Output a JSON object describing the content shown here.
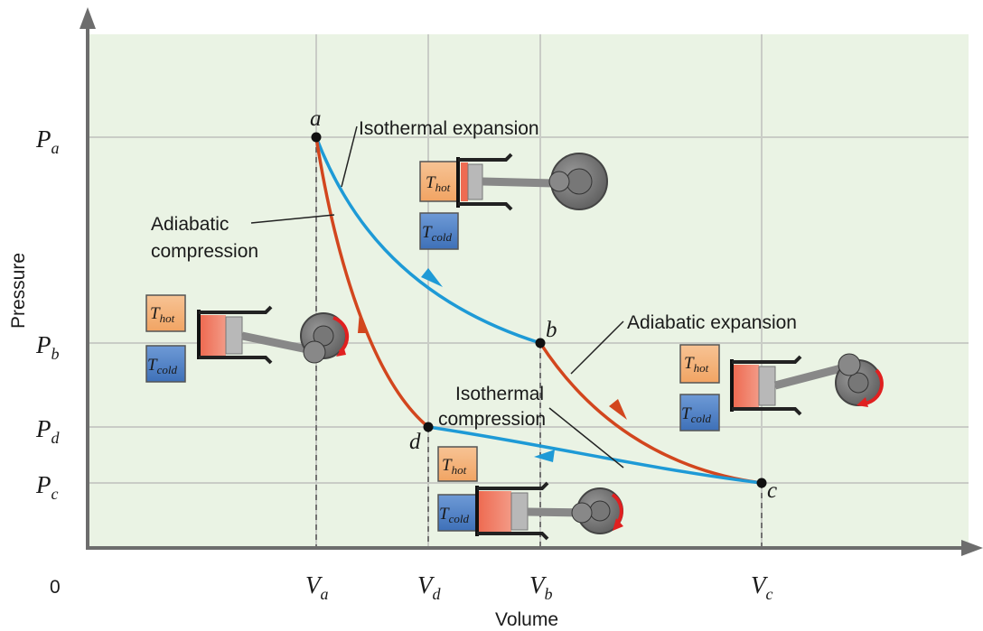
{
  "axes": {
    "y_title": "Pressure",
    "x_title": "Volume",
    "origin": "0",
    "y_ticks": [
      {
        "main": "P",
        "sub": "a"
      },
      {
        "main": "P",
        "sub": "b"
      },
      {
        "main": "P",
        "sub": "d"
      },
      {
        "main": "P",
        "sub": "c"
      }
    ],
    "x_ticks": [
      {
        "main": "V",
        "sub": "a"
      },
      {
        "main": "V",
        "sub": "d"
      },
      {
        "main": "V",
        "sub": "b"
      },
      {
        "main": "V",
        "sub": "c"
      }
    ]
  },
  "points": [
    "a",
    "b",
    "c",
    "d"
  ],
  "annotations": {
    "isothermal_expansion": "Isothermal expansion",
    "adiabatic_compression_1": "Adiabatic",
    "adiabatic_compression_2": "compression",
    "adiabatic_expansion": "Adiabatic expansion",
    "isothermal_compression_1": "Isothermal",
    "isothermal_compression_2": "compression"
  },
  "reservoirs": {
    "hot": {
      "main": "T",
      "sub": "hot"
    },
    "cold": {
      "main": "T",
      "sub": "cold"
    }
  },
  "colors": {
    "background": "#eaf3e4",
    "isotherm": "#1e9ad6",
    "adiabat": "#d2461e",
    "hot": "#f5b27a",
    "cold": "#4a7fc6",
    "cylinder_fill": "#e9614a"
  }
}
